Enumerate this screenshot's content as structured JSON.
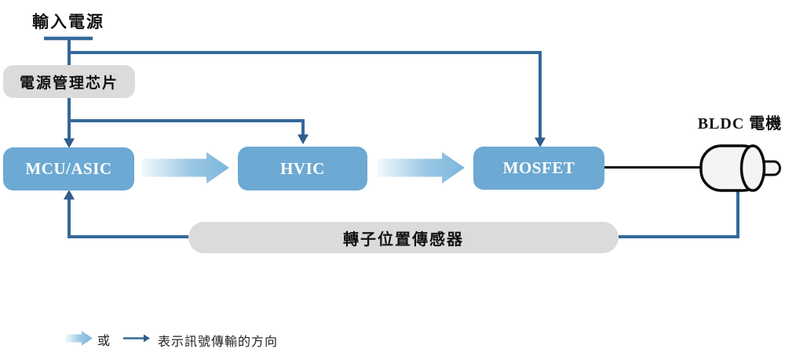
{
  "diagram": {
    "input_power_label": "輸入電源",
    "power_mgmt_label": "電源管理芯片",
    "mcu_label": "MCU/ASIC",
    "hvic_label": "HVIC",
    "mosfet_label": "MOSFET",
    "motor_label": "BLDC 電機",
    "sensor_label": "轉子位置傳感器"
  },
  "legend": {
    "or_label": "或",
    "description": "表示訊號傳輸的方向"
  },
  "colors": {
    "block_blue": "#6ca9d3",
    "block_gray": "#dbdbdb",
    "connector_blue": "#34689a",
    "arrowhead_blue": "#2e5e8c",
    "gradient_arrow_start": "#f2f9fd",
    "gradient_arrow_end": "#7cb7dd",
    "motor_outline": "#0a0a0a",
    "motor_fill": "#f4f4f2"
  }
}
